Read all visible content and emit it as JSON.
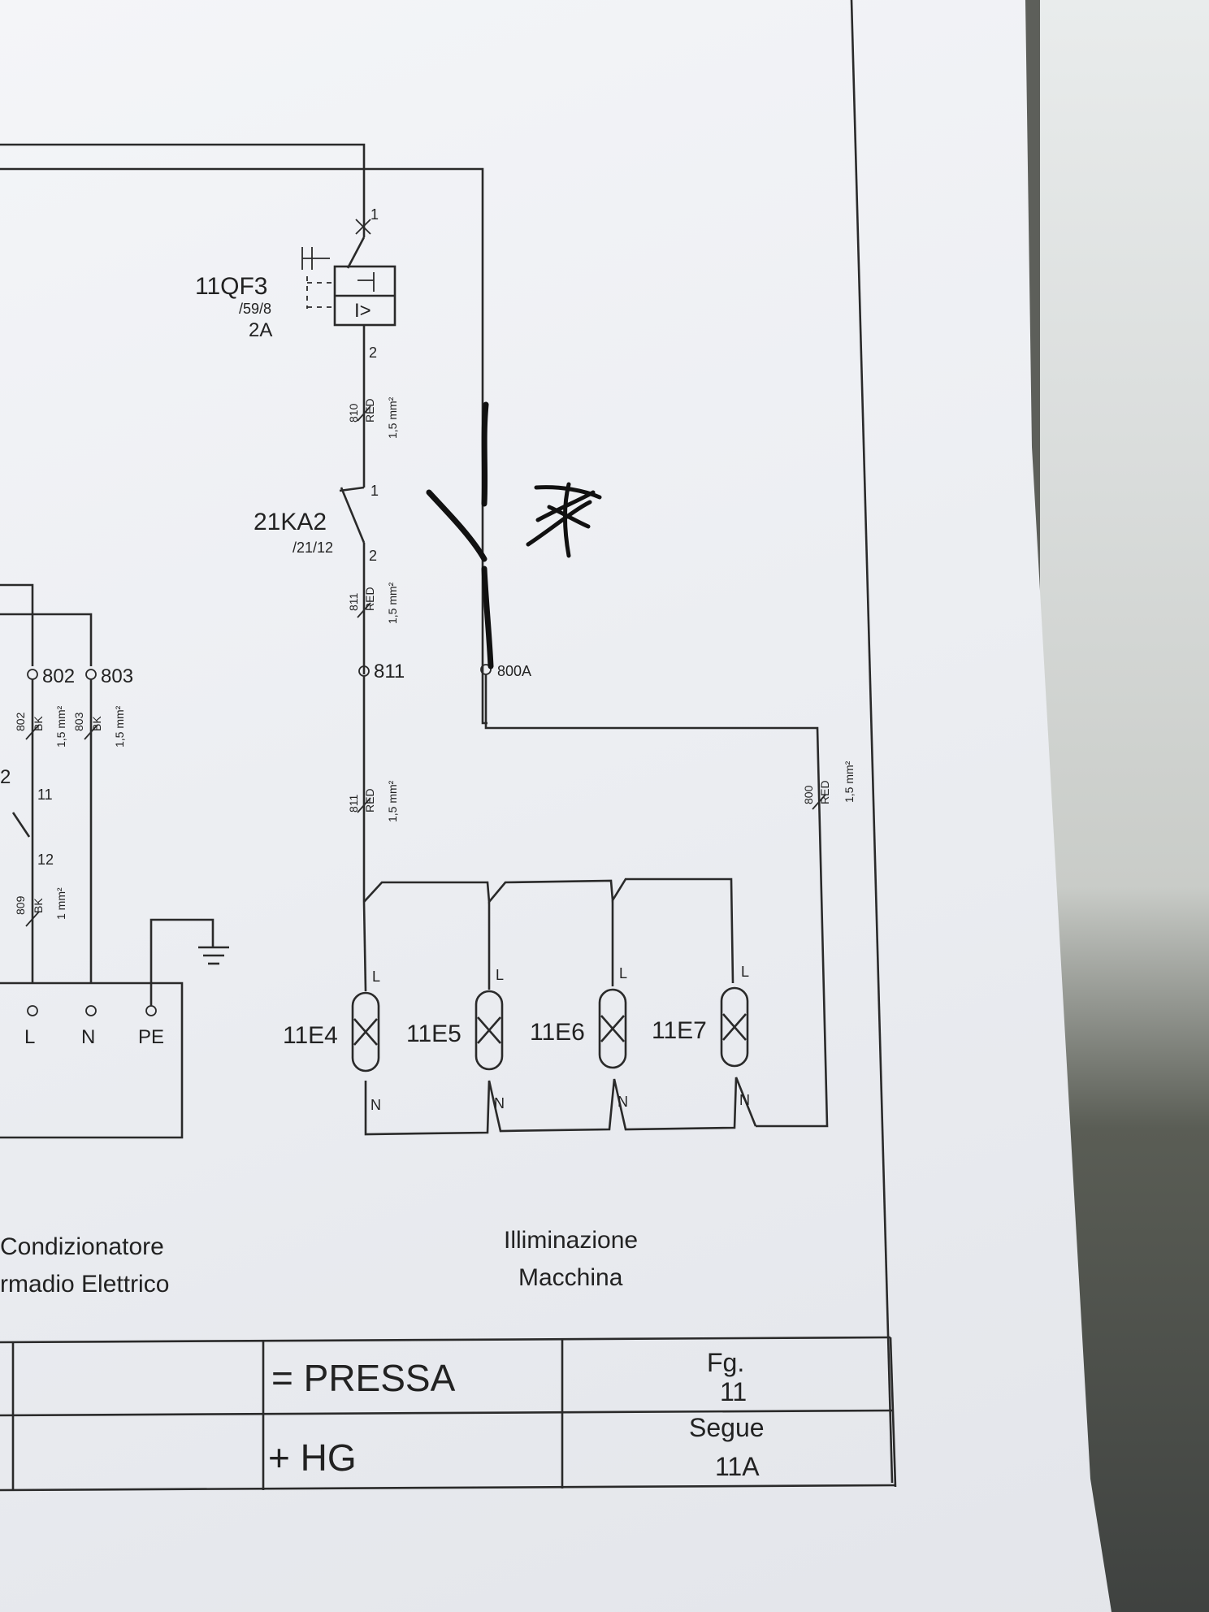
{
  "breaker": {
    "tag": "11QF3",
    "ref": "/59/8",
    "rating": "2A",
    "pin_top": "1",
    "pin_bottom": "2",
    "trip": "I>"
  },
  "contactor": {
    "tag": "21KA2",
    "ref": "/21/12",
    "pin_top": "1",
    "pin_bottom": "2"
  },
  "wires": {
    "w810": {
      "num": "810",
      "color": "RED",
      "section": "1,5 mm²"
    },
    "w811a": {
      "num": "811",
      "color": "RED",
      "section": "1,5 mm²"
    },
    "w811b": {
      "num": "811",
      "color": "RED",
      "section": "1,5 mm²"
    },
    "w800": {
      "num": "800",
      "color": "RED",
      "section": "1,5 mm²"
    },
    "w802": {
      "num": "802",
      "color": "BK",
      "section": "1,5 mm²"
    },
    "w803": {
      "num": "803",
      "color": "BK",
      "section": "1,5 mm²"
    },
    "w809": {
      "num": "809",
      "color": "BK",
      "section": "1 mm²"
    }
  },
  "terminals": {
    "t811": "811",
    "t800a": "800A",
    "t802": "802",
    "t803": "803"
  },
  "left_contact": {
    "num_left": "2",
    "pin_top": "11",
    "pin_bottom": "12"
  },
  "lamps": [
    {
      "tag": "11E4",
      "l": "L",
      "n": "N"
    },
    {
      "tag": "11E5",
      "l": "L",
      "n": "N"
    },
    {
      "tag": "11E6",
      "l": "L",
      "n": "N"
    },
    {
      "tag": "11E7",
      "l": "L",
      "n": "N"
    }
  ],
  "supply_terminals": {
    "l": "L",
    "n": "N",
    "pe": "PE"
  },
  "captions": {
    "left_line1": "Condizionatore",
    "left_line2": "rmadio Elettrico",
    "right_line1": "Illiminazione",
    "right_line2": "Macchina"
  },
  "title_block": {
    "project": "= PRESSA",
    "location": "+ HG",
    "sheet_label": "Fg.",
    "sheet_num": "11",
    "next_label": "Segue",
    "next_num": "11A"
  }
}
